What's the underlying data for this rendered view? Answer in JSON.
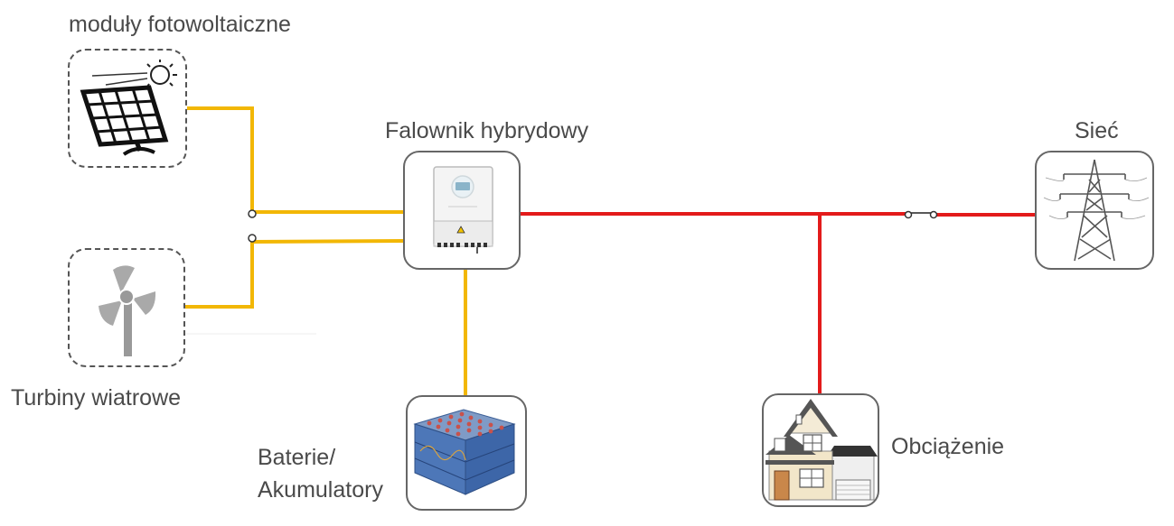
{
  "labels": {
    "pv": "moduły fotowoltaiczne",
    "wind": "Turbiny wiatrowe",
    "inverter": "Falownik hybrydowy",
    "grid": "Sieć",
    "battery_line1": "Baterie/",
    "battery_line2": "Akumulatory",
    "load": "Obciążenie"
  },
  "icons": {
    "pv": "solar-panel-icon",
    "wind": "wind-turbine-icon",
    "inverter": "hybrid-inverter-icon",
    "grid": "power-pylon-icon",
    "battery": "battery-bank-icon",
    "load": "house-icon"
  },
  "colors": {
    "dc_line": "#f2b705",
    "ac_line": "#e31b1b"
  }
}
